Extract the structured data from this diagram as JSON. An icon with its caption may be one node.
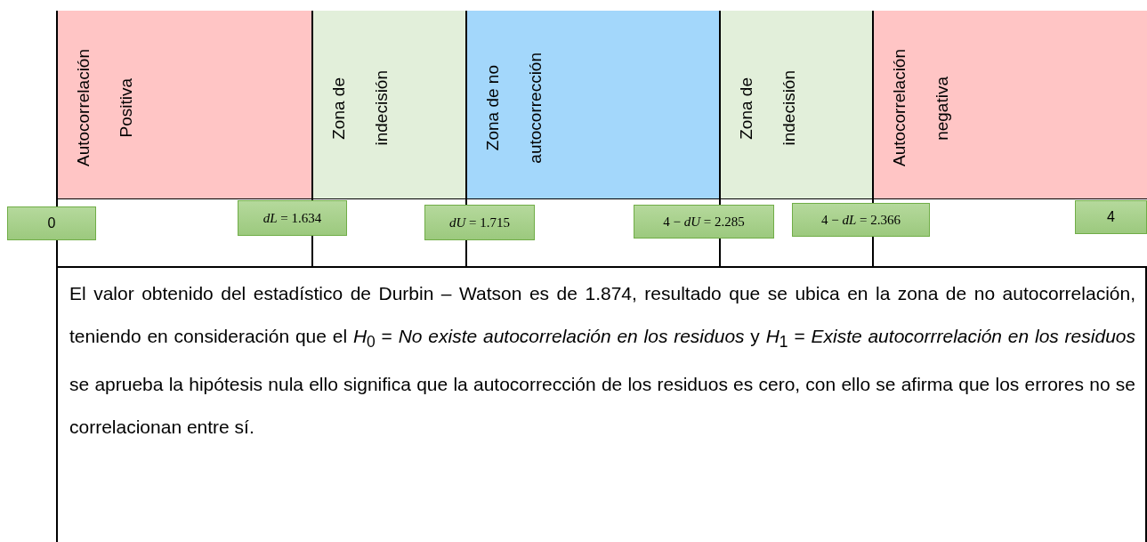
{
  "diagram": {
    "nodes": [
      {
        "text": [
          "Autocorrelación",
          "Positiva"
        ]
      },
      {
        "text": [
          "Zona de",
          "indecisión"
        ]
      },
      {
        "text": [
          "Zona de no",
          "autocorrección"
        ]
      },
      {
        "text": [
          "Zona de",
          "indecisión"
        ]
      },
      {
        "text": [
          "Autocorrelación",
          "negativa"
        ]
      },
      {
        "text": [
          "0"
        ]
      },
      {
        "text": [
          "*dL* = 1.634"
        ]
      },
      {
        "text": [
          "*dU* = 1.715"
        ]
      },
      {
        "text": [
          "4 − *dU* = 2.285"
        ]
      },
      {
        "text": [
          "4 − *dL* = 2.366"
        ]
      },
      {
        "text": [
          "4"
        ]
      }
    ],
    "labels": [
      "El valor obtenido del estadístico de Durbin – Watson es de 1.874, resultado que se ubica en la zona de no autocorrelación, teniendo en consideración que el *H*$_{0}$ = *No existe autocorrelación en los residuos* y *H*$_{1}$ = *Existe autocorrrelación en los residuos* se aprueba la hipótesis nula ello significa que la autocorrección de los residuos es cero, con ello se afirma que los errores no se correlacionan entre sí."
    ]
  }
}
